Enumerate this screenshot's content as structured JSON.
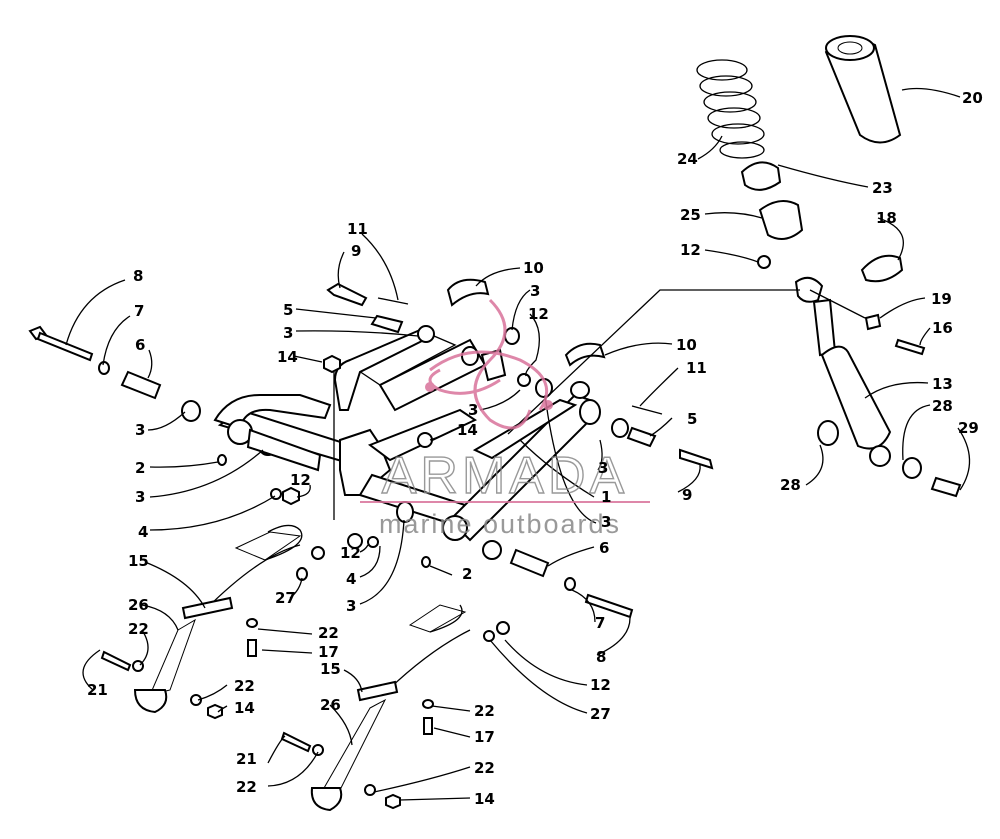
{
  "watermark": {
    "brand": "ARMADA",
    "tagline": "marine outboards",
    "logo_color": "#d9739b",
    "text_color": "#888888"
  },
  "callouts": [
    {
      "id": "c8a",
      "label": "8"
    },
    {
      "id": "c7a",
      "label": "7"
    },
    {
      "id": "c6a",
      "label": "6"
    },
    {
      "id": "c3a",
      "label": "3"
    },
    {
      "id": "c2a",
      "label": "2"
    },
    {
      "id": "c3b",
      "label": "3"
    },
    {
      "id": "c4a",
      "label": "4"
    },
    {
      "id": "c15a",
      "label": "15"
    },
    {
      "id": "c26a",
      "label": "26"
    },
    {
      "id": "c22a",
      "label": "22"
    },
    {
      "id": "c21a",
      "label": "21"
    },
    {
      "id": "c22b",
      "label": "22"
    },
    {
      "id": "c14a",
      "label": "14"
    },
    {
      "id": "c27a",
      "label": "27"
    },
    {
      "id": "c12a",
      "label": "12"
    },
    {
      "id": "c22c",
      "label": "22"
    },
    {
      "id": "c17a",
      "label": "17"
    },
    {
      "id": "c11a",
      "label": "11"
    },
    {
      "id": "c9a",
      "label": "9"
    },
    {
      "id": "c5a",
      "label": "5"
    },
    {
      "id": "c3c",
      "label": "3"
    },
    {
      "id": "c14b",
      "label": "14"
    },
    {
      "id": "c10a",
      "label": "10"
    },
    {
      "id": "c3d",
      "label": "3"
    },
    {
      "id": "c12b",
      "label": "12"
    },
    {
      "id": "c3e",
      "label": "3"
    },
    {
      "id": "c14c",
      "label": "14"
    },
    {
      "id": "c12c",
      "label": "12"
    },
    {
      "id": "c4b",
      "label": "4"
    },
    {
      "id": "c3f",
      "label": "3"
    },
    {
      "id": "c2b",
      "label": "2"
    },
    {
      "id": "c10b",
      "label": "10"
    },
    {
      "id": "c11b",
      "label": "11"
    },
    {
      "id": "c5b",
      "label": "5"
    },
    {
      "id": "c3g",
      "label": "3"
    },
    {
      "id": "c9b",
      "label": "9"
    },
    {
      "id": "c1a",
      "label": "1"
    },
    {
      "id": "c3h",
      "label": "3"
    },
    {
      "id": "c6b",
      "label": "6"
    },
    {
      "id": "c7b",
      "label": "7"
    },
    {
      "id": "c8b",
      "label": "8"
    },
    {
      "id": "c12d",
      "label": "12"
    },
    {
      "id": "c27b",
      "label": "27"
    },
    {
      "id": "c15b",
      "label": "15"
    },
    {
      "id": "c26b",
      "label": "26"
    },
    {
      "id": "c22d",
      "label": "22"
    },
    {
      "id": "c17b",
      "label": "17"
    },
    {
      "id": "c21b",
      "label": "21"
    },
    {
      "id": "c22e",
      "label": "22"
    },
    {
      "id": "c22f",
      "label": "22"
    },
    {
      "id": "c14d",
      "label": "14"
    },
    {
      "id": "c20a",
      "label": "20"
    },
    {
      "id": "c24a",
      "label": "24"
    },
    {
      "id": "c23a",
      "label": "23"
    },
    {
      "id": "c25a",
      "label": "25"
    },
    {
      "id": "c18a",
      "label": "18"
    },
    {
      "id": "c12e",
      "label": "12"
    },
    {
      "id": "c19a",
      "label": "19"
    },
    {
      "id": "c16a",
      "label": "16"
    },
    {
      "id": "c13a",
      "label": "13"
    },
    {
      "id": "c28a",
      "label": "28"
    },
    {
      "id": "c29a",
      "label": "29"
    },
    {
      "id": "c28b",
      "label": "28"
    }
  ]
}
